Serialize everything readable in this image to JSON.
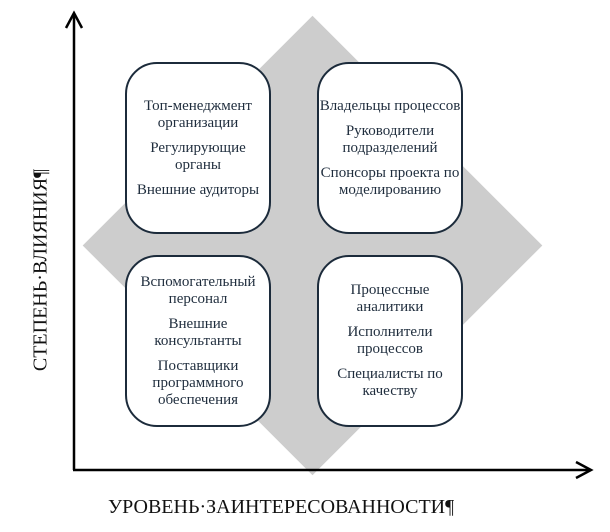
{
  "axes": {
    "y_label": "СТЕПЕНЬ·ВЛИЯНИЯ¶",
    "x_label": "УРОВЕНЬ·ЗАИНТЕРЕСОВАННОСТИ¶"
  },
  "quadrants": {
    "top_left": [
      "Топ-менеджмент организации",
      "Регулирующие органы",
      "Внешние аудиторы"
    ],
    "top_right": [
      "Владельцы процессов",
      "Руководители подразделений",
      "Спонсоры проекта по моделированию"
    ],
    "bottom_left": [
      "Вспомогательный персонал",
      "Внешние консультанты",
      "Поставщики программного обеспечения"
    ],
    "bottom_right": [
      "Процессные аналитики",
      "Исполнители процессов",
      "Специалисты по качеству"
    ]
  },
  "colors": {
    "diamond": "#cdcdcd",
    "border": "#1c2b3b",
    "text": "#1f2d3d"
  }
}
